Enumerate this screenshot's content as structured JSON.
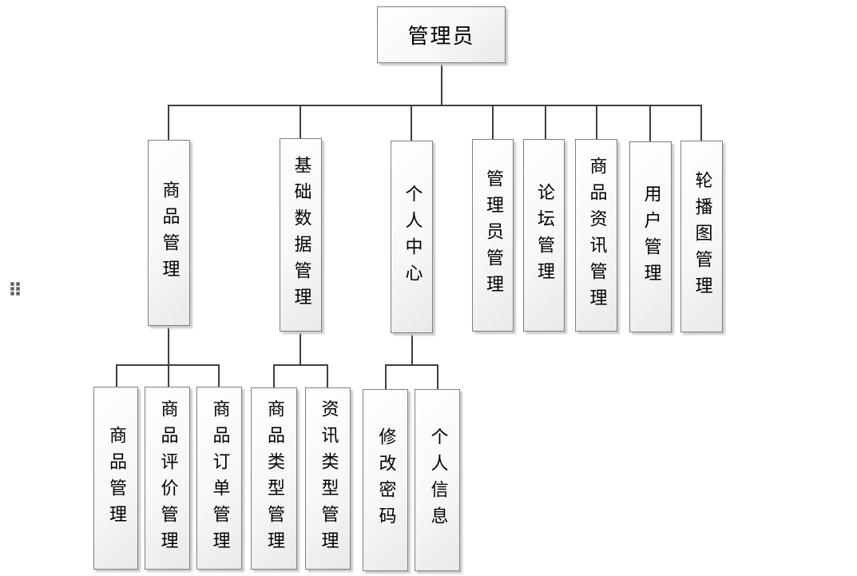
{
  "diagram": {
    "title_hint": "admin feature tree",
    "root": {
      "label": "管理员"
    },
    "level1": [
      {
        "label": "商品管理"
      },
      {
        "label": "基础数据管理"
      },
      {
        "label": "个人中心"
      },
      {
        "label": "管理员管理"
      },
      {
        "label": "论坛管理"
      },
      {
        "label": "商品资讯管理"
      },
      {
        "label": "用户管理"
      },
      {
        "label": "轮播图管理"
      }
    ],
    "level2": {
      "product_management": [
        {
          "label": "商品管理"
        },
        {
          "label": "商品评价管理"
        },
        {
          "label": "商品订单管理"
        }
      ],
      "basic_data_management": [
        {
          "label": "商品类型管理"
        },
        {
          "label": "资讯类型管理"
        }
      ],
      "personal_center": [
        {
          "label": "修改密码"
        },
        {
          "label": "个人信息"
        }
      ]
    }
  },
  "colors": {
    "connector": "#3f3f3f",
    "box_border": "#7f7f7f",
    "box_fill_top": "#ffffff",
    "box_fill_bottom": "#e9e9e9",
    "text": "#000000",
    "background": "#ffffff"
  }
}
